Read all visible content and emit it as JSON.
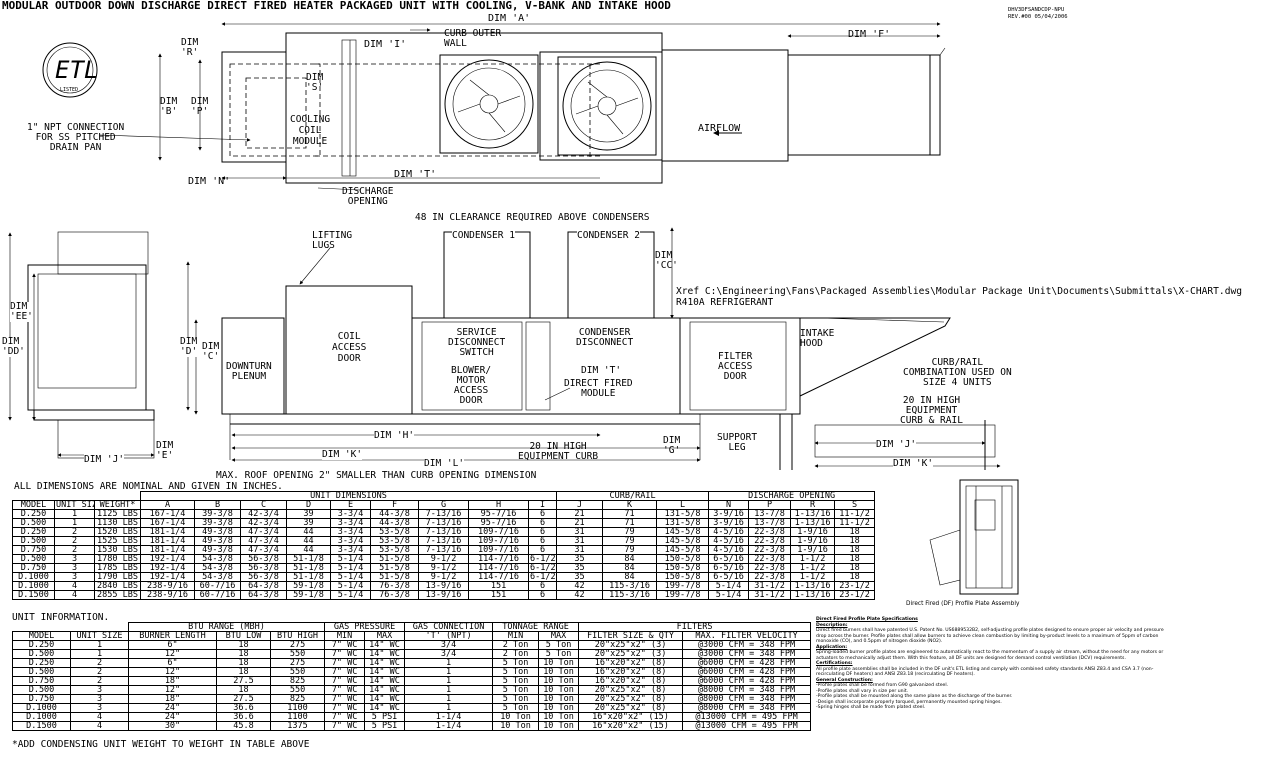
{
  "title": "MODULAR OUTDOOR DOWN DISCHARGE DIRECT FIRED HEATER PACKAGED UNIT WITH COOLING, V-BANK AND INTAKE HOOD",
  "doc_ref": "DHV3DFSANDCDP-NPU",
  "revision": "REV.#00  05/04/2006",
  "logo_text": "LISTED",
  "top_view": {
    "dim_a": "DIM 'A'",
    "dim_f": "DIM 'F'",
    "dim_r": "DIM\n'R'",
    "dim_i": "DIM 'I'",
    "curb_outer_wall": "CURB OUTER\nWALL",
    "dim_s": "DIM\n'S'",
    "dim_b": "DIM\n'B'",
    "dim_p": "DIM\n'P'",
    "cooling_coil_module": "COOLING\nCOIL\nMODULE",
    "drain": "1\" NPT CONNECTION\nFOR SS PITCHED\nDRAIN PAN",
    "airflow": "AIRFLOW",
    "dim_n": "DIM 'N'",
    "dim_t": "DIM 'T'",
    "discharge_opening": "DISCHARGE\nOPENING"
  },
  "side_view": {
    "clearance_note": "48 IN CLEARANCE REQUIRED ABOVE CONDENSERS",
    "lifting_lugs": "LIFTING\nLUGS",
    "condenser_1": "CONDENSER 1",
    "condenser_2": "CONDENSER 2",
    "dim_cc": "DIM\n'CC'",
    "xref": "Xref C:\\Engineering\\Fans\\Packaged Assemblies\\Modular Package Unit\\Documents\\Submittals\\X-CHART.dwg",
    "refrigerant": "R410A REFRIGERANT",
    "dim_ee": "DIM\n'EE'",
    "dim_dd": "DIM\n'DD'",
    "dim_d": "DIM\n'D'",
    "dim_c": "DIM\n'C'",
    "downturn_plenum": "DOWNTURN\nPLENUM",
    "coil_access_door": "COIL\nACCESS\nDOOR",
    "service_switch": "SERVICE\nDISCONNECT\nSWITCH",
    "blower_door": "BLOWER/\nMOTOR\nACCESS\nDOOR",
    "condenser_disconnect": "CONDENSER\nDISCONNECT",
    "dim_t": "DIM 'T'",
    "direct_fired_module": "DIRECT FIRED\nMODULE",
    "filter_door": "FILTER\nACCESS\nDOOR",
    "intake_hood": "INTAKE\nHOOD",
    "dim_h": "DIM 'H'",
    "dim_k": "DIM 'K'",
    "dim_l": "DIM 'L'",
    "equipment_curb": "20 IN HIGH\nEQUIPMENT CURB",
    "dim_g": "DIM\n'G'",
    "support_leg": "SUPPORT\nLEG",
    "dim_j": "DIM 'J'",
    "dim_e": "DIM\n'E'",
    "roof_opening": "MAX. ROOF OPENING 2\" SMALLER THAN CURB OPENING DIMENSION",
    "curb_rail_combo": "CURB/RAIL\nCOMBINATION USED ON\nSIZE 4 UNITS",
    "curb_rail_high": "20 IN HIGH\nEQUIPMENT\nCURB & RAIL",
    "dim_j2": "DIM 'J'",
    "dim_k2": "DIM 'K'"
  },
  "dims_note": "ALL DIMENSIONS ARE NOMINAL AND GIVEN IN INCHES.",
  "dim_table": {
    "group_headers": [
      "UNIT DIMENSIONS",
      "CURB/RAIL",
      "DISCHARGE OPENING"
    ],
    "columns": [
      "MODEL",
      "UNIT SIZE",
      "WEIGHT*",
      "A",
      "B",
      "C",
      "D",
      "E",
      "F",
      "G",
      "H",
      "I",
      "J",
      "K",
      "L",
      "N",
      "P",
      "R",
      "S"
    ],
    "rows": [
      [
        "D.250",
        "1",
        "1125 LBS",
        "167-1/4",
        "39-3/8",
        "42-3/4",
        "39",
        "3-3/4",
        "44-3/8",
        "7-13/16",
        "95-7/16",
        "6",
        "21",
        "71",
        "131-5/8",
        "3-9/16",
        "13-7/8",
        "1-13/16",
        "11-1/2"
      ],
      [
        "D.500",
        "1",
        "1130 LBS",
        "167-1/4",
        "39-3/8",
        "42-3/4",
        "39",
        "3-3/4",
        "44-3/8",
        "7-13/16",
        "95-7/16",
        "6",
        "21",
        "71",
        "131-5/8",
        "3-9/16",
        "13-7/8",
        "1-13/16",
        "11-1/2"
      ],
      [
        "D.250",
        "2",
        "1520 LBS",
        "181-1/4",
        "49-3/8",
        "47-3/4",
        "44",
        "3-3/4",
        "53-5/8",
        "7-13/16",
        "109-7/16",
        "6",
        "31",
        "79",
        "145-5/8",
        "4-5/16",
        "22-3/8",
        "1-9/16",
        "18"
      ],
      [
        "D.500",
        "2",
        "1525 LBS",
        "181-1/4",
        "49-3/8",
        "47-3/4",
        "44",
        "3-3/4",
        "53-5/8",
        "7-13/16",
        "109-7/16",
        "6",
        "31",
        "79",
        "145-5/8",
        "4-5/16",
        "22-3/8",
        "1-9/16",
        "18"
      ],
      [
        "D.750",
        "2",
        "1530 LBS",
        "181-1/4",
        "49-3/8",
        "47-3/4",
        "44",
        "3-3/4",
        "53-5/8",
        "7-13/16",
        "109-7/16",
        "6",
        "31",
        "79",
        "145-5/8",
        "4-5/16",
        "22-3/8",
        "1-9/16",
        "18"
      ],
      [
        "D.500",
        "3",
        "1780 LBS",
        "192-1/4",
        "54-3/8",
        "56-3/8",
        "51-1/8",
        "5-1/4",
        "51-5/8",
        "9-1/2",
        "114-7/16",
        "6-1/2",
        "35",
        "84",
        "150-5/8",
        "6-5/16",
        "22-3/8",
        "1-1/2",
        "18"
      ],
      [
        "D.750",
        "3",
        "1785 LBS",
        "192-1/4",
        "54-3/8",
        "56-3/8",
        "51-1/8",
        "5-1/4",
        "51-5/8",
        "9-1/2",
        "114-7/16",
        "6-1/2",
        "35",
        "84",
        "150-5/8",
        "6-5/16",
        "22-3/8",
        "1-1/2",
        "18"
      ],
      [
        "D.1000",
        "3",
        "1790 LBS",
        "192-1/4",
        "54-3/8",
        "56-3/8",
        "51-1/8",
        "5-1/4",
        "51-5/8",
        "9-1/2",
        "114-7/16",
        "6-1/2",
        "35",
        "84",
        "150-5/8",
        "6-5/16",
        "22-3/8",
        "1-1/2",
        "18"
      ],
      [
        "D.1000",
        "4",
        "2840 LBS",
        "238-9/16",
        "60-7/16",
        "64-3/8",
        "59-1/8",
        "5-1/4",
        "76-3/8",
        "13-9/16",
        "151",
        "6",
        "42",
        "115-3/16",
        "199-7/8",
        "5-1/4",
        "31-1/2",
        "1-13/16",
        "23-1/2"
      ],
      [
        "D.1500",
        "4",
        "2855 LBS",
        "238-9/16",
        "60-7/16",
        "64-3/8",
        "59-1/8",
        "5-1/4",
        "76-3/8",
        "13-9/16",
        "151",
        "6",
        "42",
        "115-3/16",
        "199-7/8",
        "5-1/4",
        "31-1/2",
        "1-13/16",
        "23-1/2"
      ]
    ]
  },
  "unit_info_label": "UNIT INFORMATION.",
  "info_table": {
    "group_headers": [
      "BTU RANGE (MBH)",
      "GAS PRESSURE",
      "GAS CONNECTION",
      "TONNAGE RANGE",
      "FILTERS"
    ],
    "columns": [
      "MODEL",
      "UNIT SIZE",
      "BURNER LENGTH",
      "BTU LOW",
      "BTU HIGH",
      "MIN",
      "MAX",
      "'T' (NPT)",
      "MIN",
      "MAX",
      "FILTER SIZE & QTY",
      "MAX. FILTER VELOCITY"
    ],
    "rows": [
      [
        "D.250",
        "1",
        "6\"",
        "18",
        "275",
        "7\" WC",
        "14\" WC",
        "3/4",
        "2 Ton",
        "5 Ton",
        "20\"x25\"x2\" (3)",
        "@3000 CFM = 348 FPM"
      ],
      [
        "D.500",
        "1",
        "12\"",
        "18",
        "550",
        "7\" WC",
        "14\" WC",
        "3/4",
        "2 Ton",
        "5 Ton",
        "20\"x25\"x2\" (3)",
        "@3000 CFM = 348 FPM"
      ],
      [
        "D.250",
        "2",
        "6\"",
        "18",
        "275",
        "7\" WC",
        "14\" WC",
        "1",
        "5 Ton",
        "10 Ton",
        "16\"x20\"x2\" (8)",
        "@6000 CFM = 428 FPM"
      ],
      [
        "D.500",
        "2",
        "12\"",
        "18",
        "550",
        "7\" WC",
        "14\" WC",
        "1",
        "5 Ton",
        "10 Ton",
        "16\"x20\"x2\" (8)",
        "@6000 CFM = 428 FPM"
      ],
      [
        "D.750",
        "2",
        "18\"",
        "27.5",
        "825",
        "7\" WC",
        "14\" WC",
        "1",
        "5 Ton",
        "10 Ton",
        "16\"x20\"x2\" (8)",
        "@6000 CFM = 428 FPM"
      ],
      [
        "D.500",
        "3",
        "12\"",
        "18",
        "550",
        "7\" WC",
        "14\" WC",
        "1",
        "5 Ton",
        "10 Ton",
        "20\"x25\"x2\" (8)",
        "@8000 CFM = 348 FPM"
      ],
      [
        "D.750",
        "3",
        "18\"",
        "27.5",
        "825",
        "7\" WC",
        "14\" WC",
        "1",
        "5 Ton",
        "10 Ton",
        "20\"x25\"x2\" (8)",
        "@8000 CFM = 348 FPM"
      ],
      [
        "D.1000",
        "3",
        "24\"",
        "36.6",
        "1100",
        "7\" WC",
        "14\" WC",
        "1",
        "5 Ton",
        "10 Ton",
        "20\"x25\"x2\" (8)",
        "@8000 CFM = 348 FPM"
      ],
      [
        "D.1000",
        "4",
        "24\"",
        "36.6",
        "1100",
        "7\" WC",
        "5 PSI",
        "1-1/4",
        "10 Ton",
        "10 Ton",
        "16\"x20\"x2\" (15)",
        "@13000 CFM = 495 FPM"
      ],
      [
        "D.1500",
        "4",
        "30\"",
        "45.8",
        "1375",
        "7\" WC",
        "5 PSI",
        "1-1/4",
        "10 Ton",
        "10 Ton",
        "16\"x20\"x2\" (15)",
        "@13000 CFM = 495 FPM"
      ]
    ]
  },
  "footnote": "*ADD CONDENSING UNIT WEIGHT TO WEIGHT IN TABLE ABOVE",
  "assembly_caption": "Direct Fired (DF) Profile Plate Assembly",
  "specs": {
    "title": "Direct Fired Profile Plate Specifications",
    "desc_head": "Description:",
    "desc": "Direct fired burners shall have patented U.S. Patent No. US6889532B2, self-adjusting profile plates designed to ensure proper air velocity and pressure drop across the burner. Profile plates shall allow burners to achieve clean combustion by limiting by-product levels to a maximum of 5ppm of carbon monoxide (CO), and 0.5ppm of nitrogen dioxide (NO2).",
    "app_head": "Application:",
    "app": "Spring-loaded burner profile plates are engineered to automatically react to the momentum of a supply air stream, without the need for any motors or actuators to mechanically adjust them. With this feature, all DF units are designed for demand control ventilation (DCV) requirements.",
    "cert_head": "Certifications:",
    "cert": "All profile plate assemblies shall be included in the DF unit's ETL listing and comply with combined safety standards ANSI Z83.4 and CSA 3.7 (non-recirculating DF heaters) and ANSI Z83.18 (recirculating DF heaters).",
    "gen_head": "General Construction:",
    "gen": [
      "-Profile plates shall be formed from G90 galvanized steel.",
      "-Profile plates shall vary in size per unit.",
      "-Profile plates shall be mounted along the same plane as the discharge of the burner.",
      "-Design shall incorporate properly torqued, permanently mounted spring hinges.",
      "-Spring hinges shall be made from plated steel."
    ]
  }
}
